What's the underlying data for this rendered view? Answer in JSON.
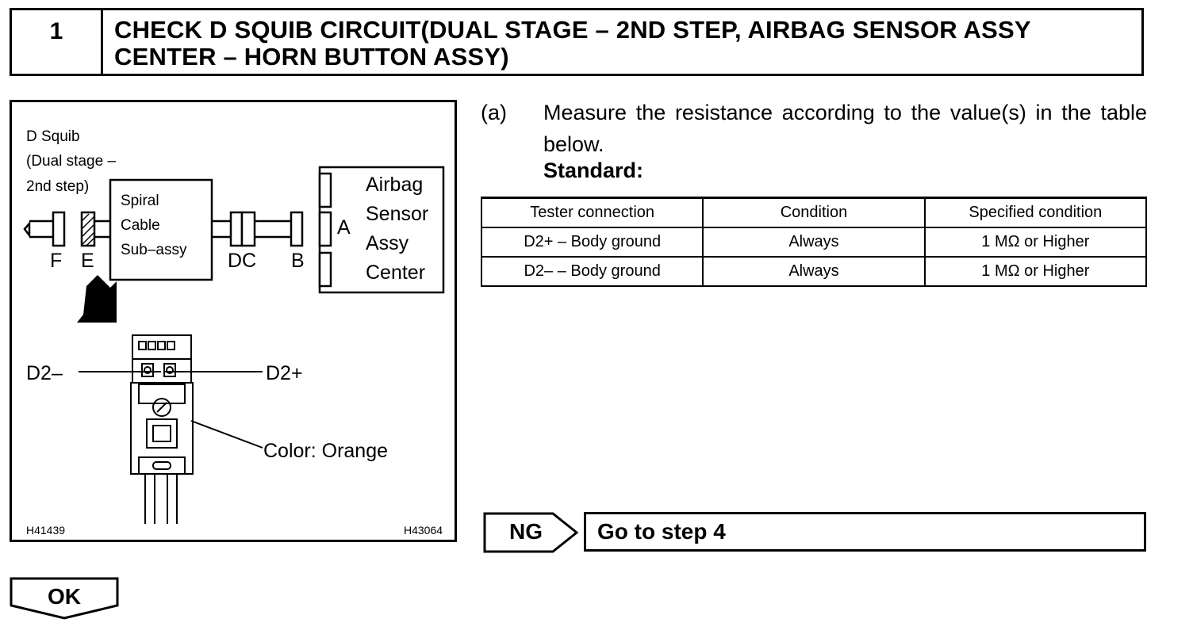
{
  "header": {
    "step_number": "1",
    "title_line1": "CHECK D SQUIB CIRCUIT(DUAL STAGE – 2ND STEP, AIRBAG SENSOR ASSY",
    "title_line2": "CENTER – HORN BUTTON ASSY)"
  },
  "figure": {
    "squib_label_1": "D Squib",
    "squib_label_2": "(Dual stage  –",
    "squib_label_3": "2nd step)",
    "spiral_1": "Spiral",
    "spiral_2": "Cable",
    "spiral_3": "Sub–assy",
    "connector_f": "F",
    "connector_e": "E",
    "connector_dc": "DC",
    "connector_b": "B",
    "connector_a": "A",
    "sensor_1": "Airbag",
    "sensor_2": "Sensor",
    "sensor_3": "Assy",
    "sensor_4": "Center",
    "terminal_neg": "D2–",
    "terminal_pos": "D2+",
    "color_label": "Color: Orange",
    "code_left": "H41439",
    "code_right": "H43064"
  },
  "instruction": {
    "label": "(a)",
    "text": "Measure the resistance according to the value(s) in the table below.",
    "standard_label": "Standard:"
  },
  "table": {
    "headers": [
      "Tester connection",
      "Condition",
      "Specified condition"
    ],
    "rows": [
      [
        "D2+ – Body ground",
        "Always",
        "1 MΩ or Higher"
      ],
      [
        "D2– – Body ground",
        "Always",
        "1 MΩ or Higher"
      ]
    ]
  },
  "result_ng": {
    "label": "NG",
    "action": "Go to step 4"
  },
  "result_ok": {
    "label": "OK"
  }
}
